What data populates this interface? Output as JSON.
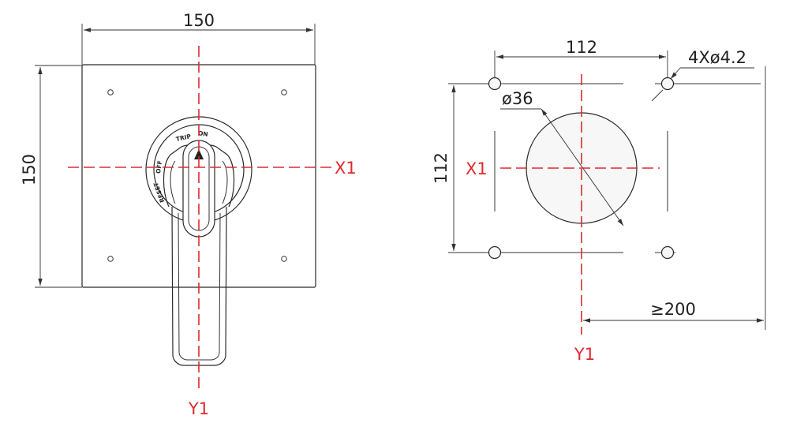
{
  "colors": {
    "line": "#2a2a2a",
    "centerline": "#e0292e",
    "hole_fill": "#f7f7f7"
  },
  "front_view": {
    "width_dim": "150",
    "height_dim": "150",
    "x_axis_label": "X1",
    "y_axis_label": "Y1",
    "dial_labels": {
      "trip": "TRIP",
      "on": "ON",
      "off": "OFF",
      "reset": "RESET"
    }
  },
  "cutout_view": {
    "width_dim": "112",
    "height_dim": "112",
    "hole_spec": "4Xø4.2",
    "center_hole_dia": "ø36",
    "min_depth": "≥200",
    "x_axis_label": "X1",
    "y_axis_label": "Y1"
  }
}
